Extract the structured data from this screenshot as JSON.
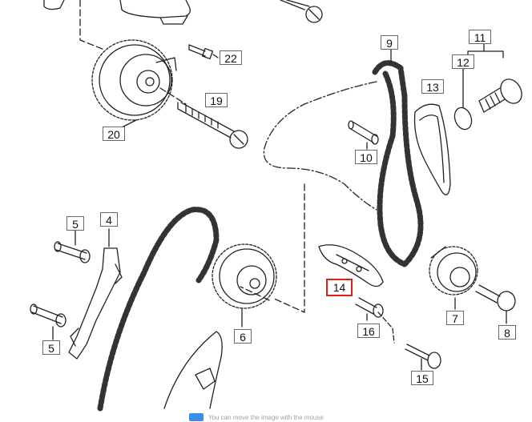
{
  "callouts": [
    {
      "id": "c22",
      "label": "22"
    },
    {
      "id": "c19",
      "label": "19"
    },
    {
      "id": "c20",
      "label": "20"
    },
    {
      "id": "c9",
      "label": "9"
    },
    {
      "id": "c11",
      "label": "11"
    },
    {
      "id": "c12",
      "label": "12"
    },
    {
      "id": "c13",
      "label": "13"
    },
    {
      "id": "c10",
      "label": "10"
    },
    {
      "id": "c5a",
      "label": "5"
    },
    {
      "id": "c4",
      "label": "4"
    },
    {
      "id": "c5b",
      "label": "5"
    },
    {
      "id": "c6",
      "label": "6"
    },
    {
      "id": "c14",
      "label": "14",
      "highlighted": true
    },
    {
      "id": "c16",
      "label": "16"
    },
    {
      "id": "c15",
      "label": "15"
    },
    {
      "id": "c7",
      "label": "7"
    },
    {
      "id": "c8",
      "label": "8"
    }
  ],
  "hint": "You can move the image with the mouse",
  "colors": {
    "line": "#222222",
    "highlight": "#e41b1b",
    "hint_icon": "#3a8ee6"
  }
}
